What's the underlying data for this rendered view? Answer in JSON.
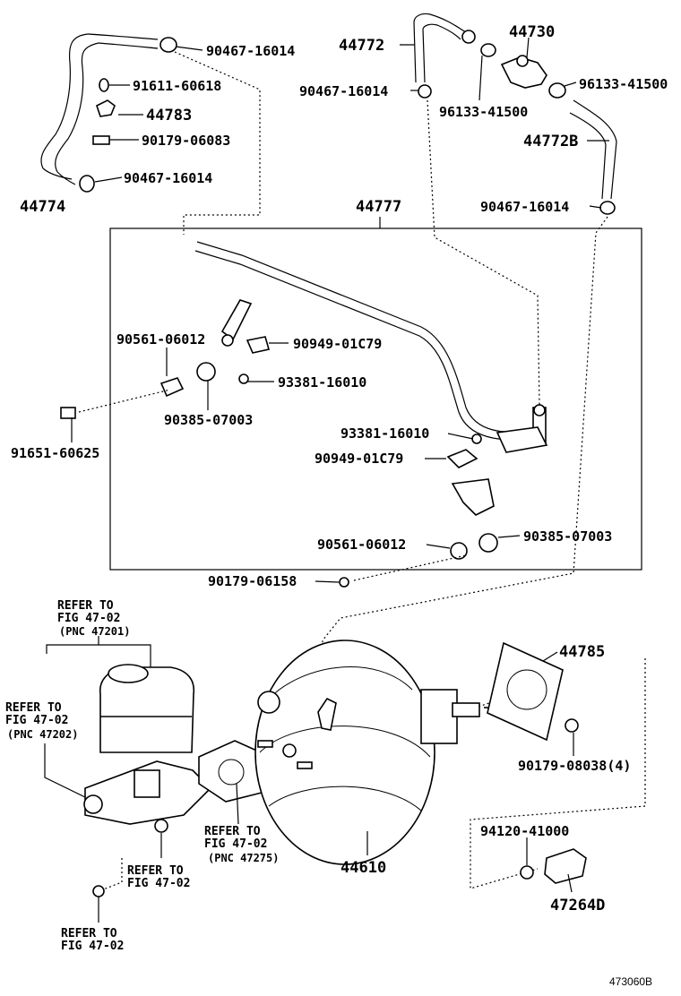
{
  "labels": {
    "l_90467_16014_a": "90467-16014",
    "l_91611_60618": "91611-60618",
    "l_44783": "44783",
    "l_90179_06083": "90179-06083",
    "l_90467_16014_b": "90467-16014",
    "l_44774": "44774",
    "l_44772": "44772",
    "l_44730": "44730",
    "l_90467_16014_c": "90467-16014",
    "l_96133_41500_a": "96133-41500",
    "l_96133_41500_b": "96133-41500",
    "l_44772b": "44772B",
    "l_90467_16014_d": "90467-16014",
    "l_44777": "44777",
    "l_90561_06012_a": "90561-06012",
    "l_90949_01c79_a": "90949-01C79",
    "l_93381_16010_a": "93381-16010",
    "l_90385_07003_a": "90385-07003",
    "l_91651_60625": "91651-60625",
    "l_93381_16010_b": "93381-16010",
    "l_90949_01c79_b": "90949-01C79",
    "l_90561_06012_b": "90561-06012",
    "l_90385_07003_b": "90385-07003",
    "l_90179_06158": "90179-06158",
    "l_44785": "44785",
    "l_90179_08038": "90179-08038(4)",
    "l_44610": "44610",
    "l_94120_41000": "94120-41000",
    "l_47264d": "47264D",
    "ref_top_1": "REFER TO",
    "ref_top_2": "FIG 47-02",
    "ref_top_3": "(PNC 47201)",
    "ref_left_1": "REFER TO",
    "ref_left_2": "FIG 47-02",
    "ref_left_3": "(PNC 47202)",
    "ref_mid_1": "REFER TO",
    "ref_mid_2": "FIG 47-02",
    "ref_mid_3": "(PNC 47275)",
    "ref_low_1": "REFER TO",
    "ref_low_2": "FIG 47-02",
    "ref_bot_1": "REFER TO",
    "ref_bot_2": "FIG 47-02",
    "figure_code": "473060B"
  }
}
